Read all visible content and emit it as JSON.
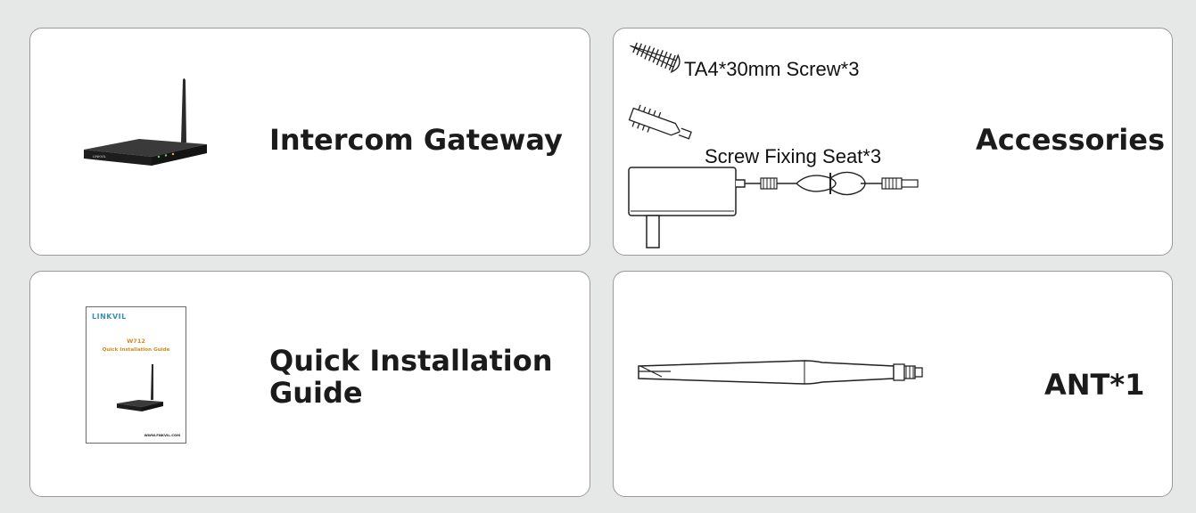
{
  "cards": {
    "gateway": {
      "title": "Intercom Gateway",
      "device_brand": "LINKVIL"
    },
    "accessories": {
      "title": "Accessories",
      "items": [
        {
          "label": "TA4*30mm Screw*3",
          "icon": "screw-icon"
        },
        {
          "label": "Screw Fixing Seat*3",
          "icon": "wall-anchor-icon"
        },
        {
          "label": "",
          "icon": "power-adapter-icon"
        }
      ]
    },
    "guide": {
      "title_line1": "Quick Installation",
      "title_line2": "Guide",
      "booklet": {
        "brand": "LINKVIL",
        "model": "W712",
        "subtitle": "Quick Installation Guide",
        "website": "WWW.FNKVIL.COM"
      }
    },
    "antenna": {
      "title": "ANT*1",
      "icon": "antenna-icon"
    }
  },
  "colors": {
    "background": "#e6e8e7",
    "card": "#ffffff",
    "border": "#9a9a9a",
    "booklet_brand": "#3c8fb5",
    "booklet_title": "#d08b18"
  }
}
